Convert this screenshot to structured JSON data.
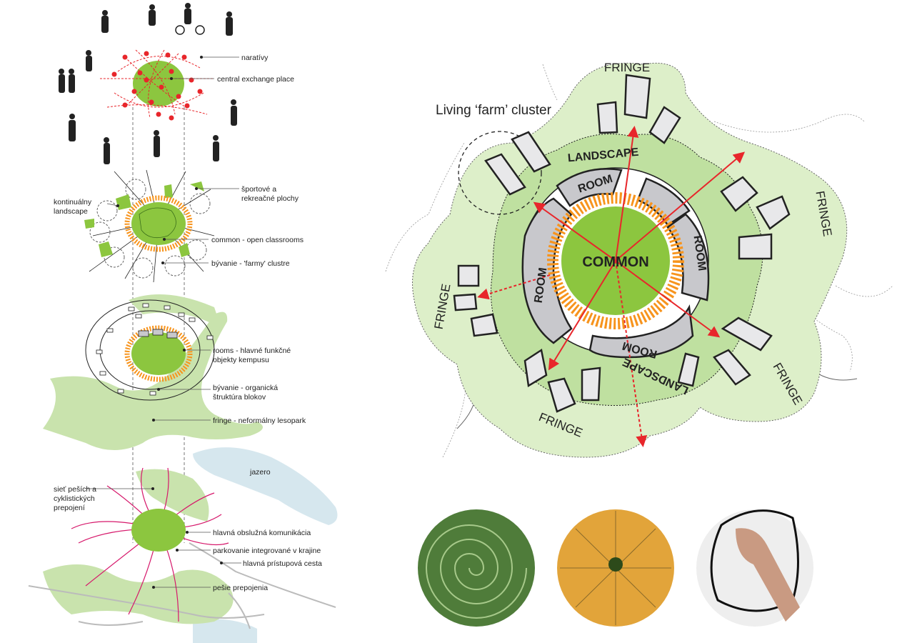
{
  "left_labels": {
    "narativy": "naratívy",
    "central": "central exchange place",
    "sport1": "športové a",
    "sport2": "rekreačné plochy",
    "landscape1": "kontinuálny",
    "landscape2": "landscape",
    "common": "common - open classrooms",
    "byvanie_farmy": "bývanie - 'farmy' clustre",
    "rooms1": "rooms - hlavné funkčné",
    "rooms2": "objekty kempusu",
    "byvanie_org1": "bývanie - organická",
    "byvanie_org2": "štruktúra blokov",
    "fringe": "fringe - neformálny lesopark",
    "jazero": "jazero",
    "siet1": "sieť peších a",
    "siet2": "cyklistických",
    "siet3": "prepojení",
    "obsluzna": "hlavná obslužná komunikácia",
    "parkovanie": "parkovanie integrované v krajine",
    "pristupova": "hlavná prístupová cesta",
    "pesie": "pešie prepojenia"
  },
  "main_diagram": {
    "cluster_title": "Living ‘farm’ cluster",
    "common": "COMMON",
    "room": "ROOM",
    "landscape": "LANDSCAPE",
    "fringe": "FRINGE"
  },
  "colors": {
    "common_green": "#8cc63f",
    "landscape_green": "#bfe0a0",
    "fringe_green": "#ddefc9",
    "orange": "#f7941d",
    "red": "#e8262b",
    "room_gray": "#c8c8cc",
    "lake_blue": "#d6e7ee"
  }
}
